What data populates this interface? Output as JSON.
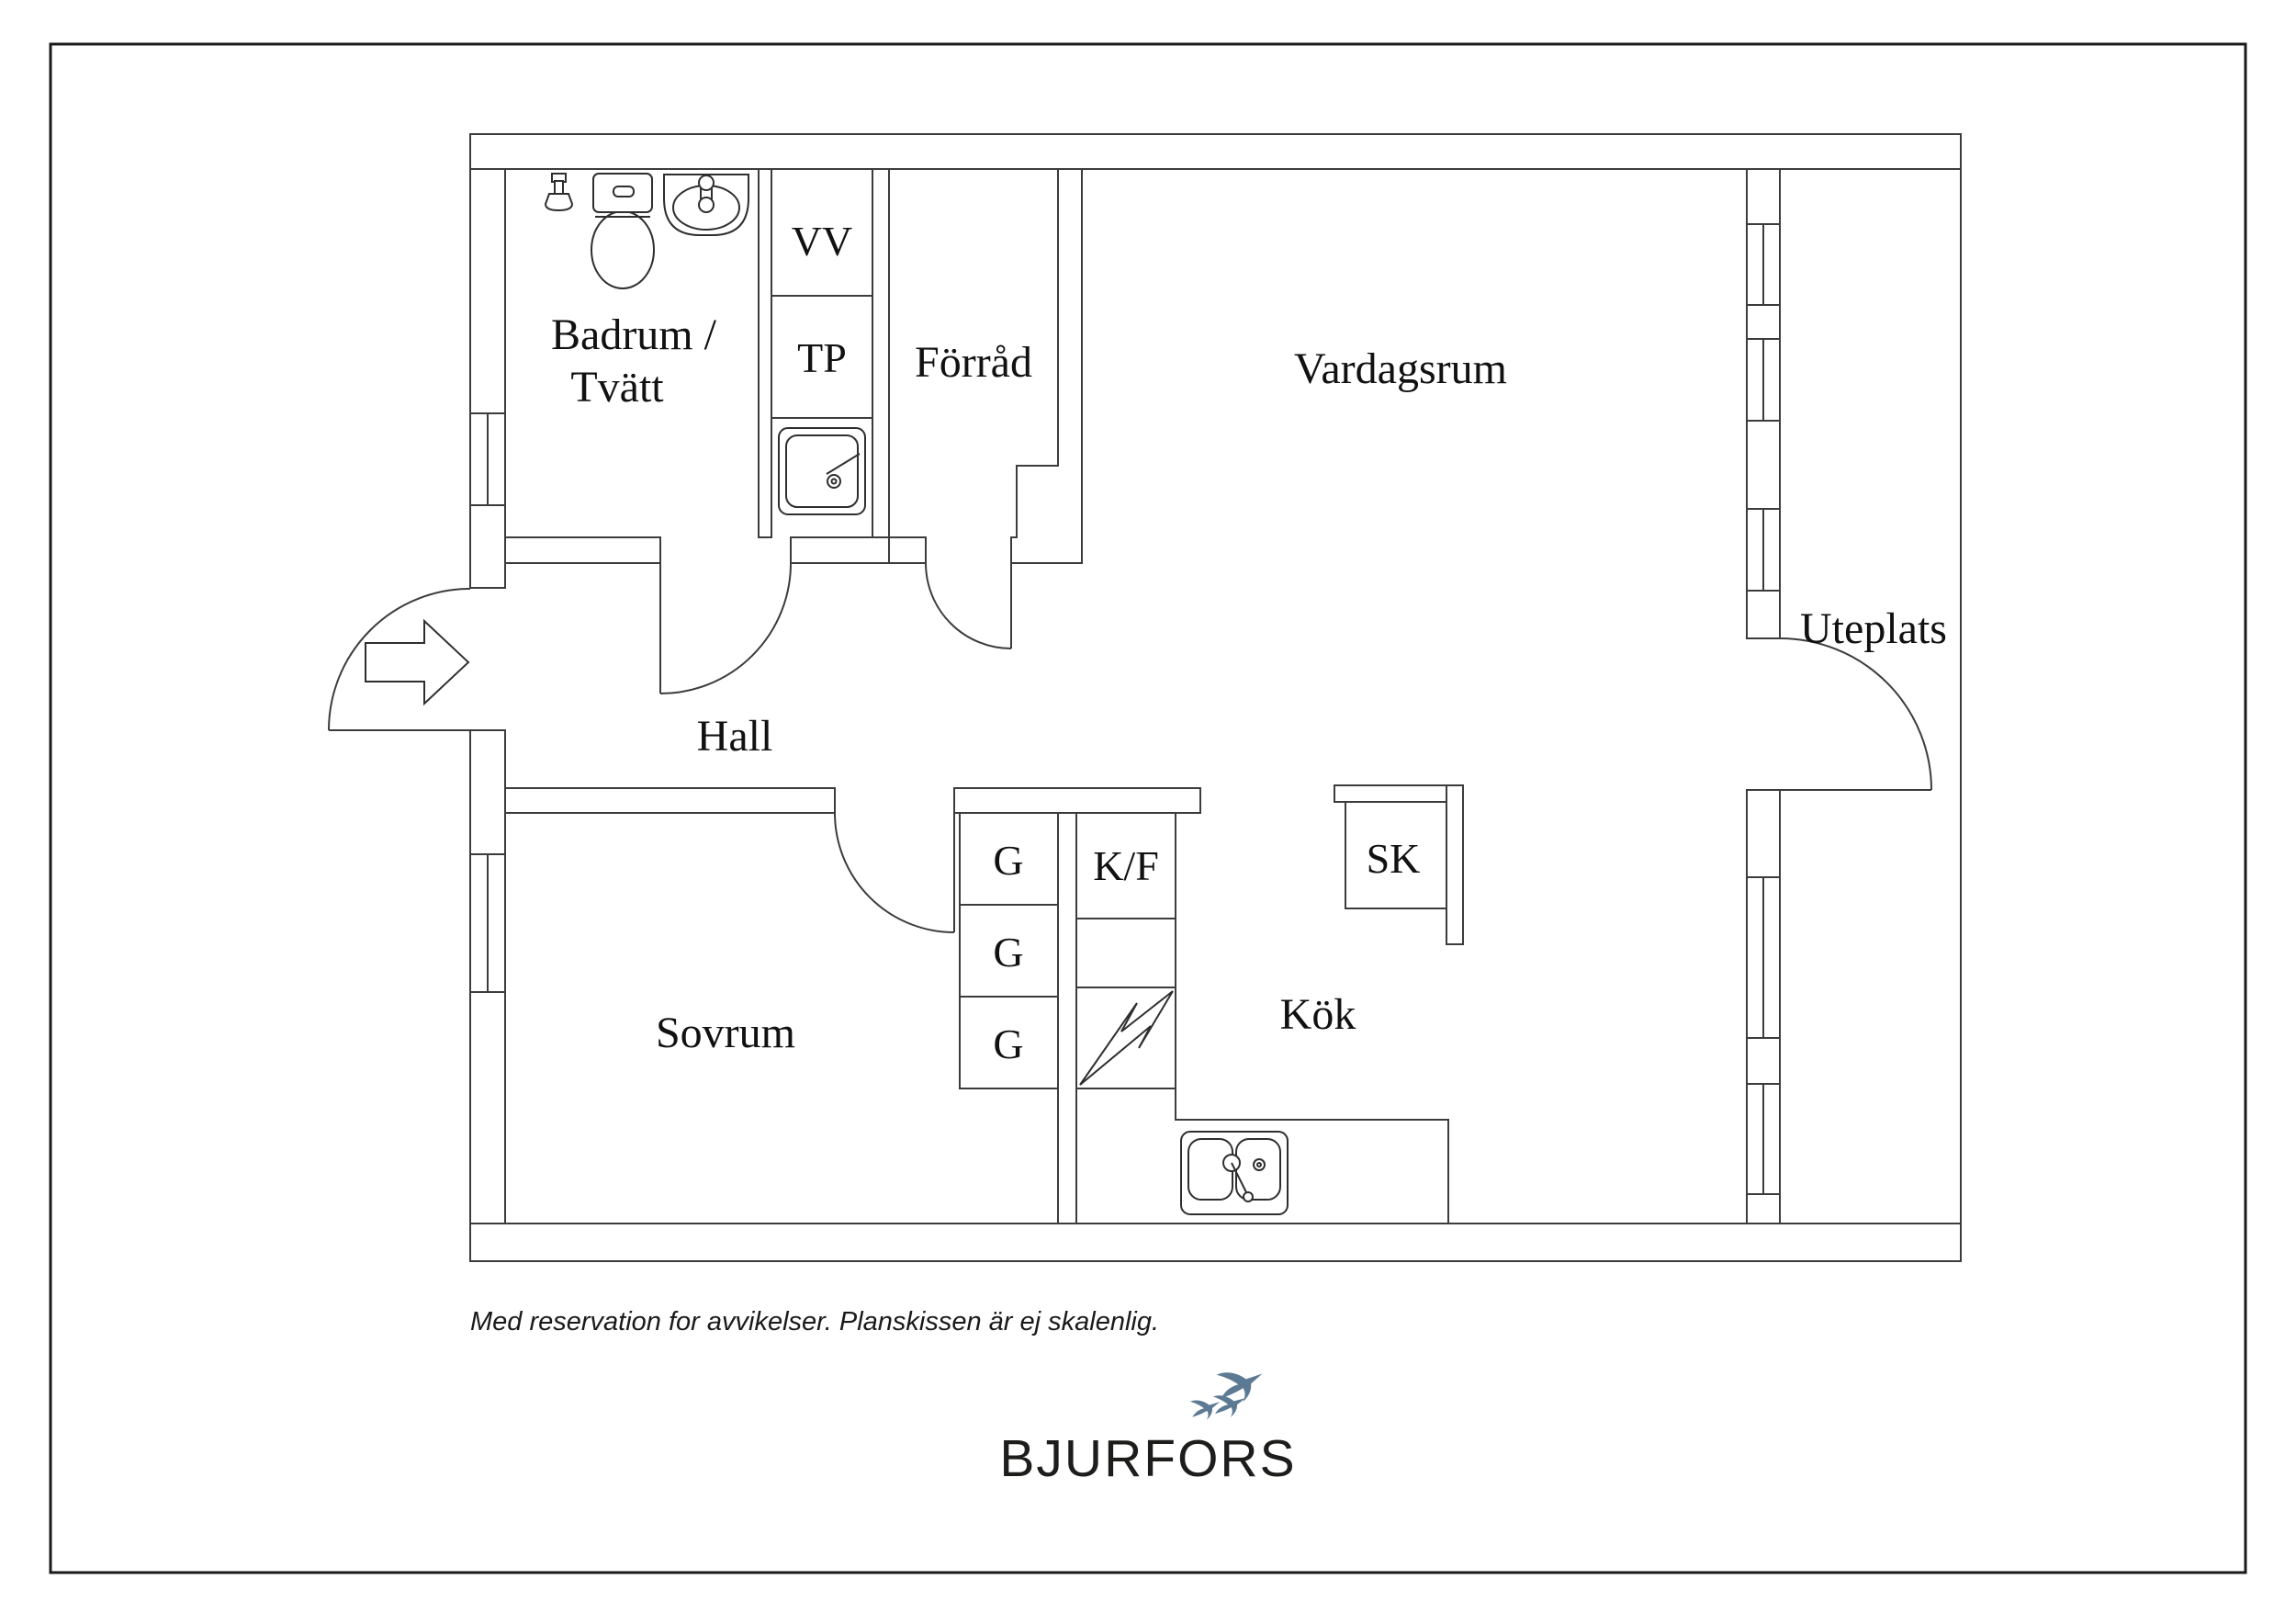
{
  "page": {
    "background": "#ffffff",
    "border_color": "#1a1a1a",
    "line_color": "#3c3c3c",
    "type": "floor-plan"
  },
  "labels": {
    "badrum_line1": "Badrum /",
    "badrum_line2": "Tvätt",
    "vv": "VV",
    "tp": "TP",
    "forrad": "Förråd",
    "vardagsrum": "Vardagsrum",
    "hall": "Hall",
    "uteplats": "Uteplats",
    "sovrum": "Sovrum",
    "kok": "Kök",
    "kf": "K/F",
    "sk": "SK"
  },
  "wardrobes": [
    "G",
    "G",
    "G"
  ],
  "footer": {
    "disclaimer": "Med reservation for avvikelser. Planskissen är ej skalenlig."
  },
  "logo": {
    "name": "BJURFORS",
    "bird_color": "#5d7a94"
  }
}
